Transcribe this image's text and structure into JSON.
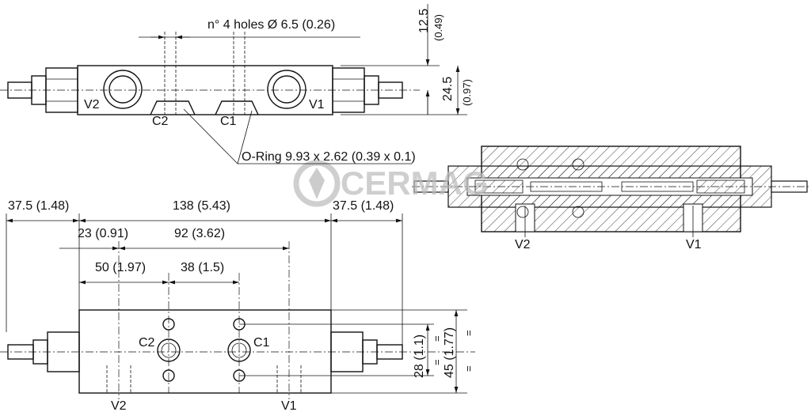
{
  "top_view": {
    "holes_label": "n° 4 holes Ø 6.5 (0.26)",
    "port_v2": "V2",
    "port_v1": "V1",
    "port_c2": "C2",
    "port_c1": "C1",
    "oring_label": "O-Ring 9.93 x 2.62 (0.39 x 0.1)",
    "dim_top_value": "12.5",
    "dim_top_inch": "(0.49)",
    "dim_height_value": "24.5",
    "dim_height_inch": "(0.97)"
  },
  "section_view": {
    "port_v2": "V2",
    "port_v1": "V1"
  },
  "watermark": "CERMAG",
  "bottom_view": {
    "dim_left": "37.5 (1.48)",
    "dim_total": "138 (5.43)",
    "dim_right": "37.5 (1.48)",
    "dim_23": "23 (0.91)",
    "dim_92": "92 (3.62)",
    "dim_50": "50 (1.97)",
    "dim_38": "38 (1.5)",
    "port_c2": "C2",
    "port_c1": "C1",
    "port_v2": "V2",
    "port_v1": "V1",
    "dim_28": "28 (1.1)",
    "dim_45": "45 (1.77)",
    "equal_mark": "="
  }
}
